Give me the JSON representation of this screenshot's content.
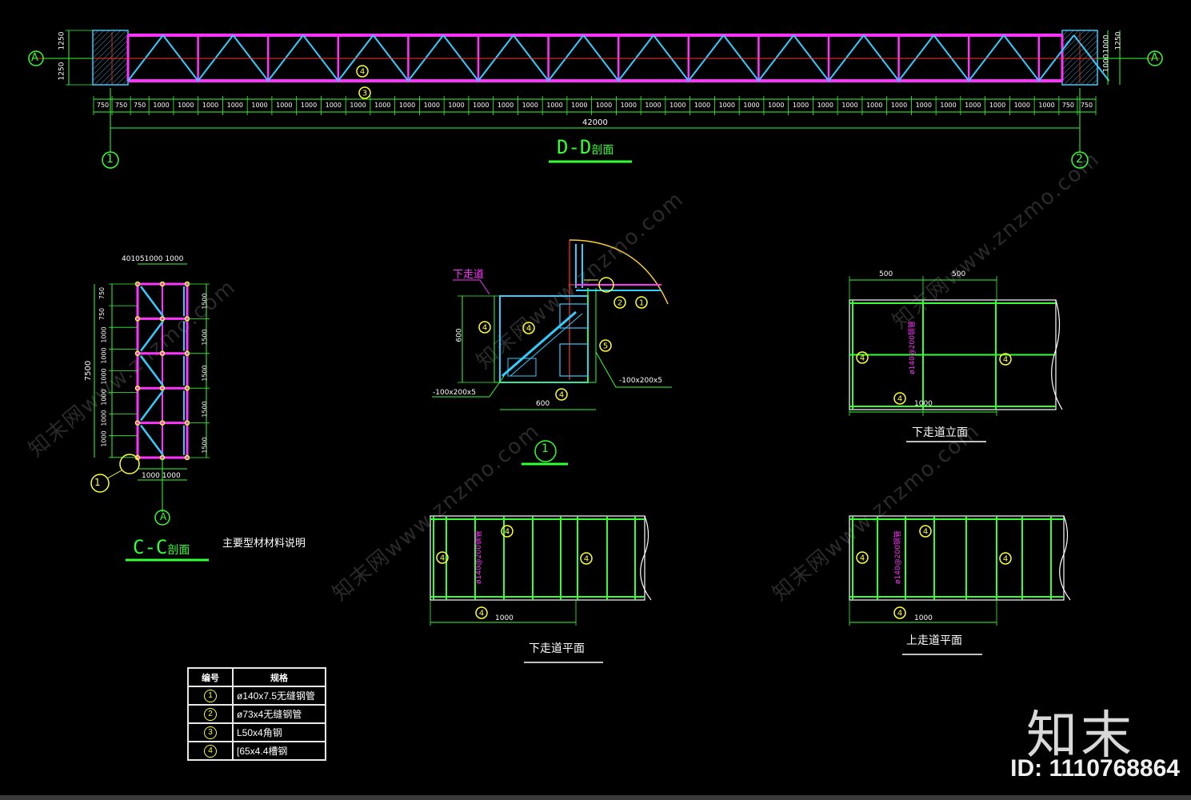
{
  "colors": {
    "green": "#33ff33",
    "magenta": "#ff33ff",
    "cyan": "#33ccff",
    "red": "#ff3333",
    "yellow": "#ffff33",
    "white": "#ffffff",
    "orange": "#ffcc33"
  },
  "top_view": {
    "title": "D-D",
    "title_suffix": "剖面",
    "total_dim": "42000",
    "axis_left": "1",
    "axis_right": "2",
    "grid_a_left": "A",
    "grid_a_right": "A",
    "left_dims": [
      "1250",
      "1250"
    ],
    "right_dims": [
      "1000",
      "1000",
      "1250"
    ],
    "bottom_dims": [
      "750",
      "750",
      "750",
      "1000",
      "1000",
      "1000",
      "1000",
      "1000",
      "1000",
      "1000",
      "1000",
      "1000",
      "1000",
      "1000",
      "1000",
      "1000",
      "1000",
      "1000",
      "1000",
      "1000",
      "1000",
      "1000",
      "1000",
      "1000",
      "1000",
      "1000",
      "1000",
      "1000",
      "1000",
      "1000",
      "1000",
      "1000",
      "1000",
      "1000",
      "1000",
      "1000",
      "1000",
      "1000",
      "1000",
      "1000",
      "750",
      "750"
    ],
    "tags": [
      "4",
      "3"
    ]
  },
  "cc_section": {
    "title": "C-C",
    "title_suffix": "剖面",
    "top_dims": "401051000  1000",
    "left_total": "7500",
    "left_dims": [
      "750",
      "750",
      "1000",
      "1000",
      "1000",
      "1000",
      "1000",
      "1000"
    ],
    "right_dims": [
      "1500",
      "1500",
      "1500",
      "1500",
      "1500"
    ],
    "bottom_dims": "1000  1000",
    "axis_bottom": "A",
    "tag": "1",
    "note": "主要型材材料说明"
  },
  "detail_1": {
    "label": "下走道",
    "dim_vertical": "600",
    "dim_horizontal": "600",
    "plate_left": "-100x200x5",
    "plate_right": "-100x200x5",
    "tags": [
      "4",
      "4",
      "2",
      "1",
      "5",
      "4"
    ],
    "number": "1"
  },
  "lower_walkway_elev": {
    "title": "下走道立面",
    "dims_top": [
      "500",
      "500"
    ],
    "dim_bottom": "1000",
    "center_text": "ø140@200钢管",
    "tags": [
      "4",
      "4",
      "4"
    ]
  },
  "lower_walkway_plan": {
    "title": "下走道平面",
    "dim_bottom": "1000",
    "center_text": "ø140@200钢管",
    "tags": [
      "4",
      "4",
      "4",
      "4"
    ]
  },
  "upper_walkway_plan": {
    "title": "上走道平面",
    "dim_bottom": "1000",
    "center_text": "ø140@200钢管",
    "tags": [
      "4",
      "4",
      "4",
      "4"
    ]
  },
  "material_table": {
    "header": [
      "编号",
      "规格"
    ],
    "rows": [
      {
        "no": "1",
        "spec": "ø140x7.5无缝钢管"
      },
      {
        "no": "2",
        "spec": "ø73x4无缝钢管"
      },
      {
        "no": "3",
        "spec": "L50x4角钢"
      },
      {
        "no": "4",
        "spec": "[65x4.4槽钢"
      }
    ]
  },
  "watermark": "知末网www.znzmo.com",
  "brand": "知末",
  "id_text": "ID: 1110768864"
}
